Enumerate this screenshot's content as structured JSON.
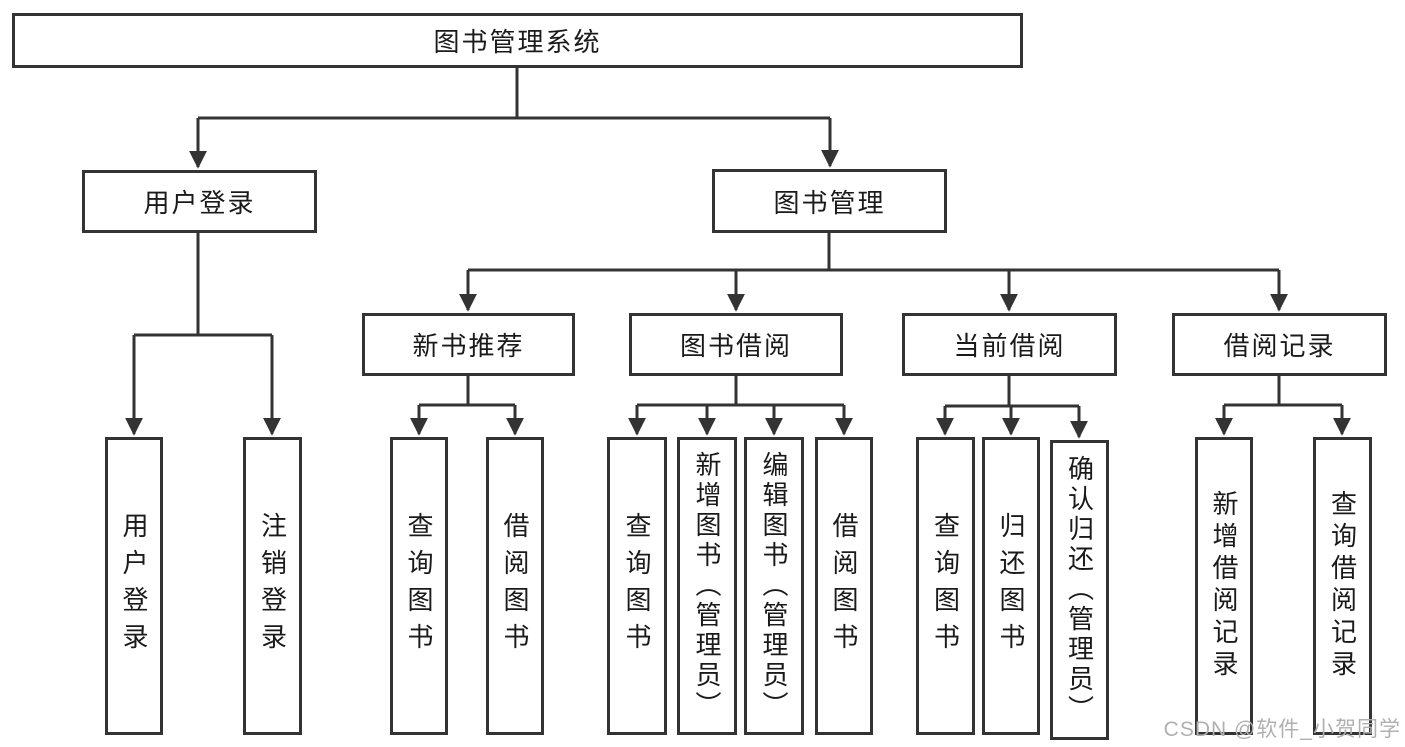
{
  "tree": {
    "label": "图书管理系统",
    "children": [
      {
        "label": "用户登录",
        "children": [
          {
            "label": "用户登录"
          },
          {
            "label": "注销登录"
          }
        ]
      },
      {
        "label": "图书管理",
        "children": [
          {
            "label": "新书推荐",
            "children": [
              {
                "label": "查询图书"
              },
              {
                "label": "借阅图书"
              }
            ]
          },
          {
            "label": "图书借阅",
            "children": [
              {
                "label": "查询图书"
              },
              {
                "label": "新增图书（管理员）"
              },
              {
                "label": "编辑图书（管理员）"
              },
              {
                "label": "借阅图书"
              }
            ]
          },
          {
            "label": "当前借阅",
            "children": [
              {
                "label": "查询图书"
              },
              {
                "label": "归还图书"
              },
              {
                "label": "确认归还（管理员）"
              }
            ]
          },
          {
            "label": "借阅记录",
            "children": [
              {
                "label": "新增借阅记录"
              },
              {
                "label": "查询借阅记录"
              }
            ]
          }
        ]
      }
    ]
  },
  "watermark": "CSDN @软件_小贺同学",
  "colors": {
    "line": "#333333",
    "text": "#1a1a1a",
    "watermark": "#b0b0b0",
    "background": "#ffffff"
  }
}
